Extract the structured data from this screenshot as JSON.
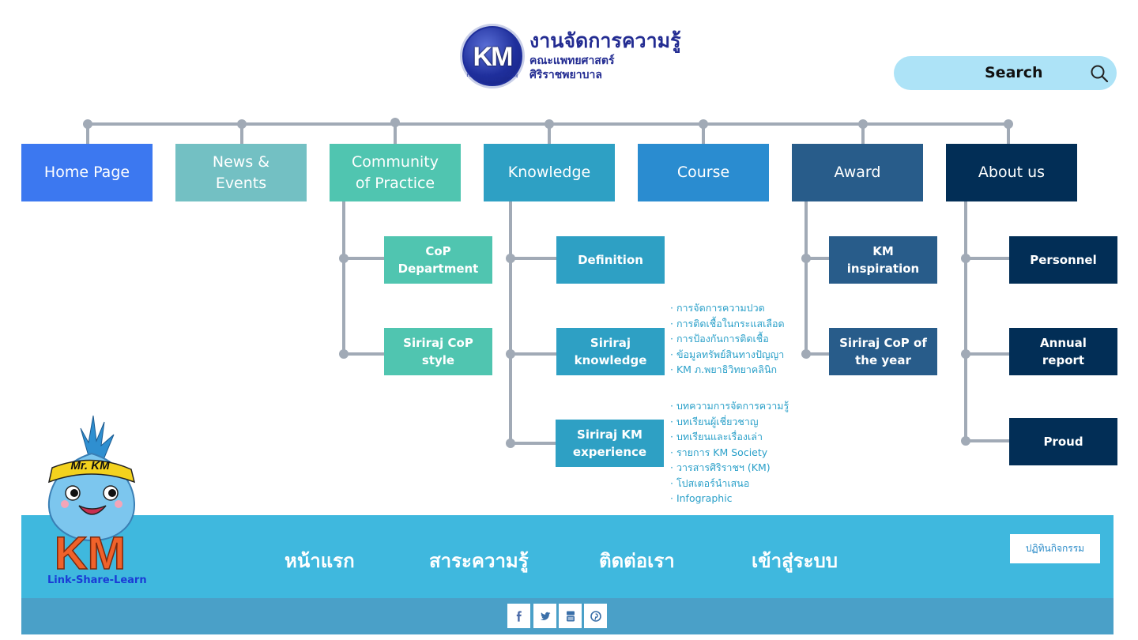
{
  "header": {
    "logo": {
      "emblem_text": "KM",
      "ring_text": "Faculty of Medicine Siriraj Hospital",
      "title": "งานจัดการความรู้",
      "subtitle_line1": "คณะแพทยศาสตร์",
      "subtitle_line2": "ศิริราชพยาบาล"
    },
    "search": {
      "label": "Search",
      "icon": "search-icon"
    }
  },
  "sitemap": {
    "top_items": [
      {
        "label": "Home Page",
        "color": "#3c78f0"
      },
      {
        "label": "News &\nEvents",
        "color": "#73c0c3"
      },
      {
        "label": "Community\nof Practice",
        "color": "#50c5b0"
      },
      {
        "label": "Knowledge",
        "color": "#2ea0c4"
      },
      {
        "label": "Course",
        "color": "#2a8cd0"
      },
      {
        "label": "Award",
        "color": "#285c8a"
      },
      {
        "label": "About us",
        "color": "#022e56"
      }
    ],
    "community_children": [
      {
        "label": "CoP\nDepartment"
      },
      {
        "label": "Siriraj CoP\nstyle"
      }
    ],
    "knowledge_children": [
      {
        "label": "Definition"
      },
      {
        "label": "Siriraj\nknowledge"
      },
      {
        "label": "Siriraj KM\nexperience"
      }
    ],
    "award_children": [
      {
        "label": "KM\ninspiration"
      },
      {
        "label": "Siriraj CoP of\nthe year"
      }
    ],
    "about_children": [
      {
        "label": "Personnel"
      },
      {
        "label": "Annual\nreport"
      },
      {
        "label": "Proud"
      }
    ],
    "siriraj_knowledge_links": [
      "การจัดการความปวด",
      "การติดเชื้อในกระแสเลือด",
      "การป้องกันการติดเชื้อ",
      "ข้อมูลทรัพย์สินทางปัญญา",
      "KM ภ.พยาธิวิทยาคลินิก"
    ],
    "siriraj_km_experience_links": [
      "บทความการจัดการความรู้",
      "บทเรียนผู้เชี่ยวชาญ",
      "บทเรียนและเรื่องเล่า",
      "รายการ KM Society",
      "วารสารศิริราชฯ (KM)",
      "โปสเตอร์นำเสนอ",
      "Infographic"
    ]
  },
  "footer": {
    "mascot": {
      "headband": "Mr. KM",
      "letters": "KM",
      "tagline": "Link-Share-Learn"
    },
    "nav": [
      "หน้าแรก",
      "สาระความรู้",
      "ติดต่อเรา",
      "เข้าสู่ระบบ"
    ],
    "activity_button": "ปฏิทินกิจกรรม",
    "social": [
      {
        "name": "facebook",
        "glyph": "f"
      },
      {
        "name": "twitter"
      },
      {
        "name": "youtube"
      },
      {
        "name": "pinterest"
      }
    ]
  },
  "colors": {
    "connector": "#a1aab6",
    "footer_main": "#3fb8de",
    "footer_bottom": "#4aa0c8",
    "search_bg": "#ade3f7",
    "link_text": "#2aa0c9"
  }
}
